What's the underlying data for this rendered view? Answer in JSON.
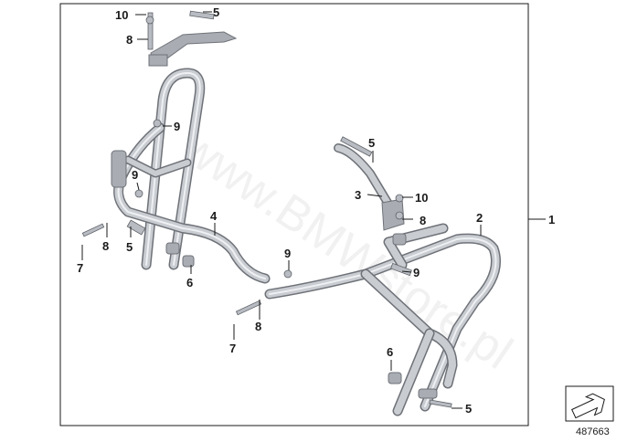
{
  "watermark": "www.BMWstore.pl",
  "reference_number": "487663",
  "callouts": {
    "c10_top": "10",
    "c5_top": "5",
    "c8_top": "8",
    "c9_upper": "9",
    "c9_left": "9",
    "c8_left": "8",
    "c7_left": "7",
    "c5_left": "5",
    "c4": "4",
    "c6_left": "6",
    "c5_right": "5",
    "c3": "3",
    "c10_right": "10",
    "c8_right": "8",
    "c2": "2",
    "c1": "1",
    "c9_mid": "9",
    "c9_right": "9",
    "c8_mid": "8",
    "c7_mid": "7",
    "c6_right": "6",
    "c5_bottom": "5"
  },
  "icons": {
    "arrow": "orientation-arrow-icon"
  }
}
